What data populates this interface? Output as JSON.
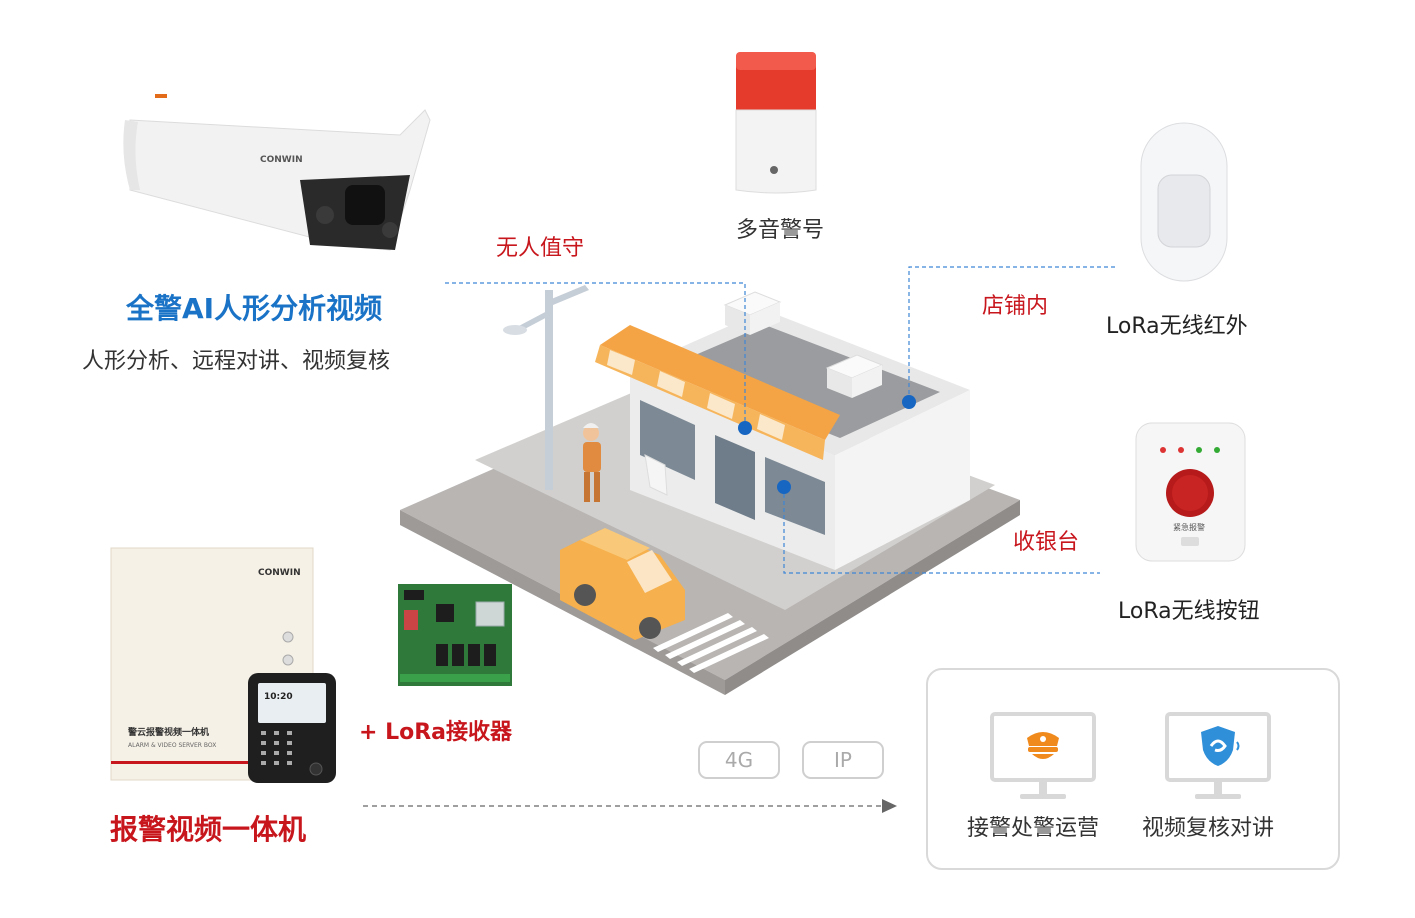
{
  "labels": {
    "camera_title": "全警AI人形分析视频",
    "camera_sub": "人形分析、远程对讲、视频复核",
    "siren": "多音警号",
    "unattended": "无人值守",
    "in_store": "店铺内",
    "lora_ir": "LoRa无线红外",
    "cashier": "收银台",
    "lora_button": "LoRa无线按钮",
    "lora_receiver": "+ LoRa接收器",
    "host_title": "报警视频一体机",
    "chip_4g": "4G",
    "chip_ip": "IP",
    "ops": "接警处警运营",
    "review": "视频复核对讲"
  },
  "device_text": {
    "brand": "CONWIN",
    "box_label": "警云报警视频一体机",
    "box_sub": "ALARM & VIDEO SERVER BOX",
    "screen_time": "10:20",
    "button_label": "紧急报警"
  },
  "colors": {
    "accent_red": "#c8161d",
    "accent_blue": "#1a73c6",
    "node_blue": "#1766c2",
    "awning_orange": "#f5a445",
    "car_orange": "#f6b04d"
  }
}
